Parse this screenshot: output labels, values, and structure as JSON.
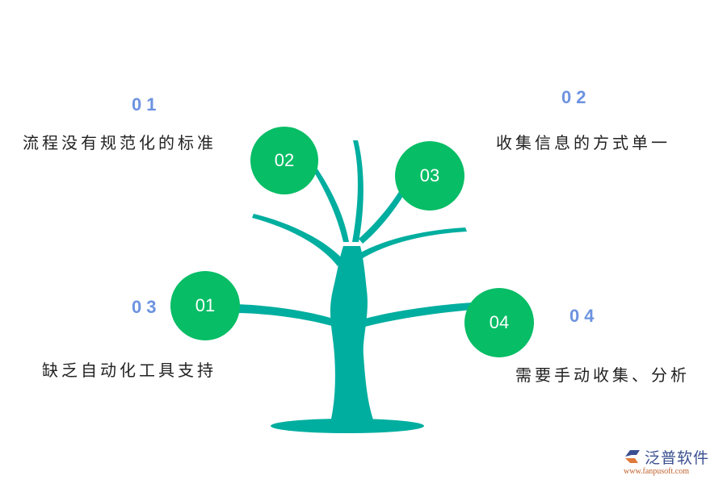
{
  "diagram": {
    "type": "tree-infographic",
    "colors": {
      "trunk": "#00ae9f",
      "circle": "#07bd66",
      "number": "#6c93e0",
      "text": "#222222"
    },
    "items": [
      {
        "number": "01",
        "label": "流程没有规范化的标准"
      },
      {
        "number": "02",
        "label": "收集信息的方式单一"
      },
      {
        "number": "03",
        "label": "缺乏自动化工具支持"
      },
      {
        "number": "04",
        "label": "需要手动收集、分析"
      }
    ],
    "circles": [
      {
        "label": "02"
      },
      {
        "label": "03"
      },
      {
        "label": "01"
      },
      {
        "label": "04"
      }
    ]
  },
  "logo": {
    "name": "泛普软件",
    "url": "www.fanpusoft.com"
  }
}
